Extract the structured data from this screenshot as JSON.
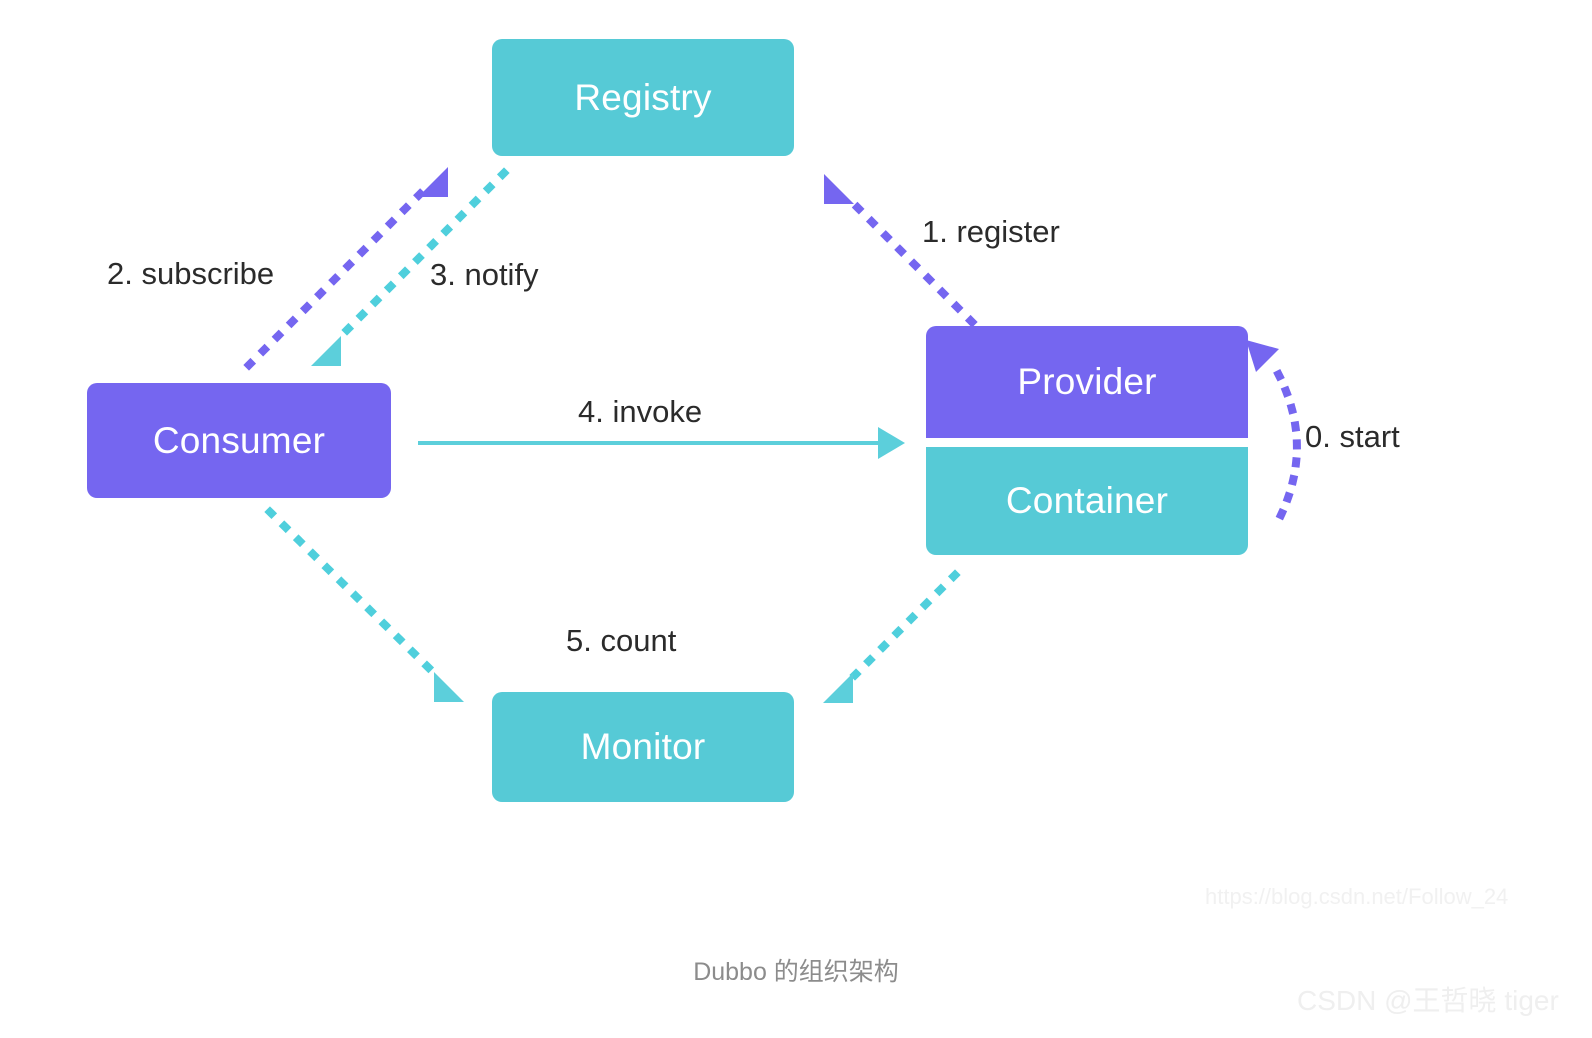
{
  "diagram": {
    "caption": "Dubbo 的组织架构",
    "colors": {
      "teal": "#56cad6",
      "purple": "#7566f0",
      "label_text": "#2b2b2b",
      "caption_text": "#8c8c8c",
      "watermark": "#f1f1f1",
      "background": "#ffffff"
    },
    "nodes": [
      {
        "id": "registry",
        "label": "Registry",
        "color": "teal"
      },
      {
        "id": "consumer",
        "label": "Consumer",
        "color": "purple"
      },
      {
        "id": "provider",
        "label": "Provider",
        "color": "purple"
      },
      {
        "id": "container",
        "label": "Container",
        "color": "teal"
      },
      {
        "id": "monitor",
        "label": "Monitor",
        "color": "teal"
      }
    ],
    "edges": [
      {
        "id": "start",
        "label": "0. start",
        "from": "container",
        "to": "provider",
        "style": "dotted-curved",
        "color": "purple"
      },
      {
        "id": "register",
        "label": "1. register",
        "from": "provider",
        "to": "registry",
        "style": "dotted",
        "color": "purple"
      },
      {
        "id": "subscribe",
        "label": "2. subscribe",
        "from": "consumer",
        "to": "registry",
        "style": "dotted",
        "color": "purple"
      },
      {
        "id": "notify",
        "label": "3. notify",
        "from": "registry",
        "to": "consumer",
        "style": "dotted",
        "color": "teal"
      },
      {
        "id": "invoke",
        "label": "4. invoke",
        "from": "consumer",
        "to": "provider",
        "style": "solid",
        "color": "teal"
      },
      {
        "id": "count",
        "label": "5. count",
        "from": "consumer",
        "to": "monitor",
        "style": "dotted",
        "color": "teal"
      }
    ]
  },
  "watermarks": {
    "url": "https://blog.csdn.net/Follow_24",
    "author": "CSDN @王哲晓 tiger"
  }
}
